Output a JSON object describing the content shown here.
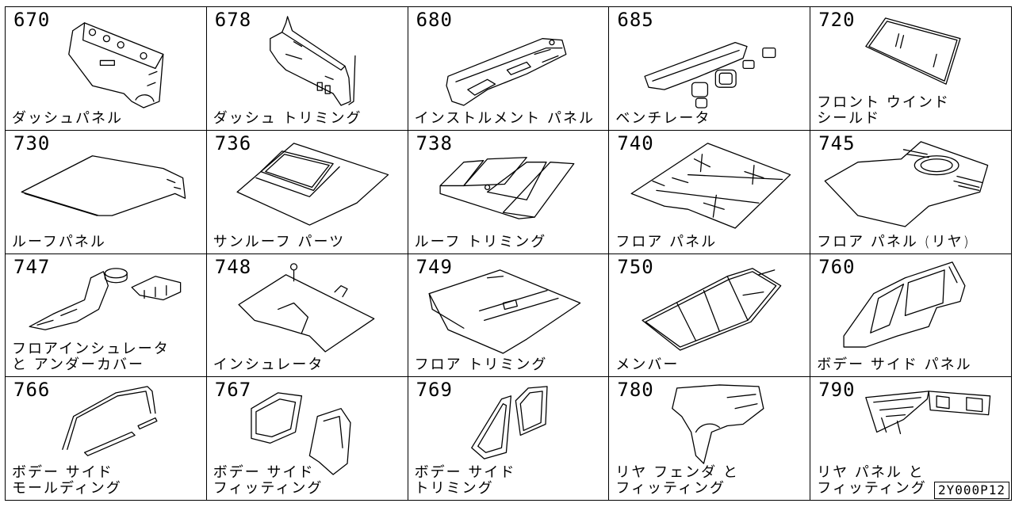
{
  "sections": [
    {
      "code": "670",
      "label": "ダッシュパネル"
    },
    {
      "code": "678",
      "label": "ダッシュ トリミング"
    },
    {
      "code": "680",
      "label": "インストルメント パネル"
    },
    {
      "code": "685",
      "label": "ベンチレータ"
    },
    {
      "code": "720",
      "label": "フロント ウインド\nシールド"
    },
    {
      "code": "730",
      "label": "ルーフパネル"
    },
    {
      "code": "736",
      "label": "サンルーフ パーツ"
    },
    {
      "code": "738",
      "label": "ルーフ トリミング"
    },
    {
      "code": "740",
      "label": "フロア パネル"
    },
    {
      "code": "745",
      "label": "フロア パネル (リヤ)"
    },
    {
      "code": "747",
      "label": "フロアインシュレータ\nと アンダーカバー"
    },
    {
      "code": "748",
      "label": "インシュレータ"
    },
    {
      "code": "749",
      "label": "フロア トリミング"
    },
    {
      "code": "750",
      "label": "メンバー"
    },
    {
      "code": "760",
      "label": "ボデー サイド パネル"
    },
    {
      "code": "766",
      "label": "ボデー サイド\nモールディング"
    },
    {
      "code": "767",
      "label": "ボデー サイド\nフィッティング"
    },
    {
      "code": "769",
      "label": "ボデー サイド\nトリミング"
    },
    {
      "code": "780",
      "label": "リヤ フェンダ と\nフィッティング"
    },
    {
      "code": "790",
      "label": "リヤ パネル と\nフィッティング"
    }
  ],
  "drawing_number": "2Y000P12"
}
